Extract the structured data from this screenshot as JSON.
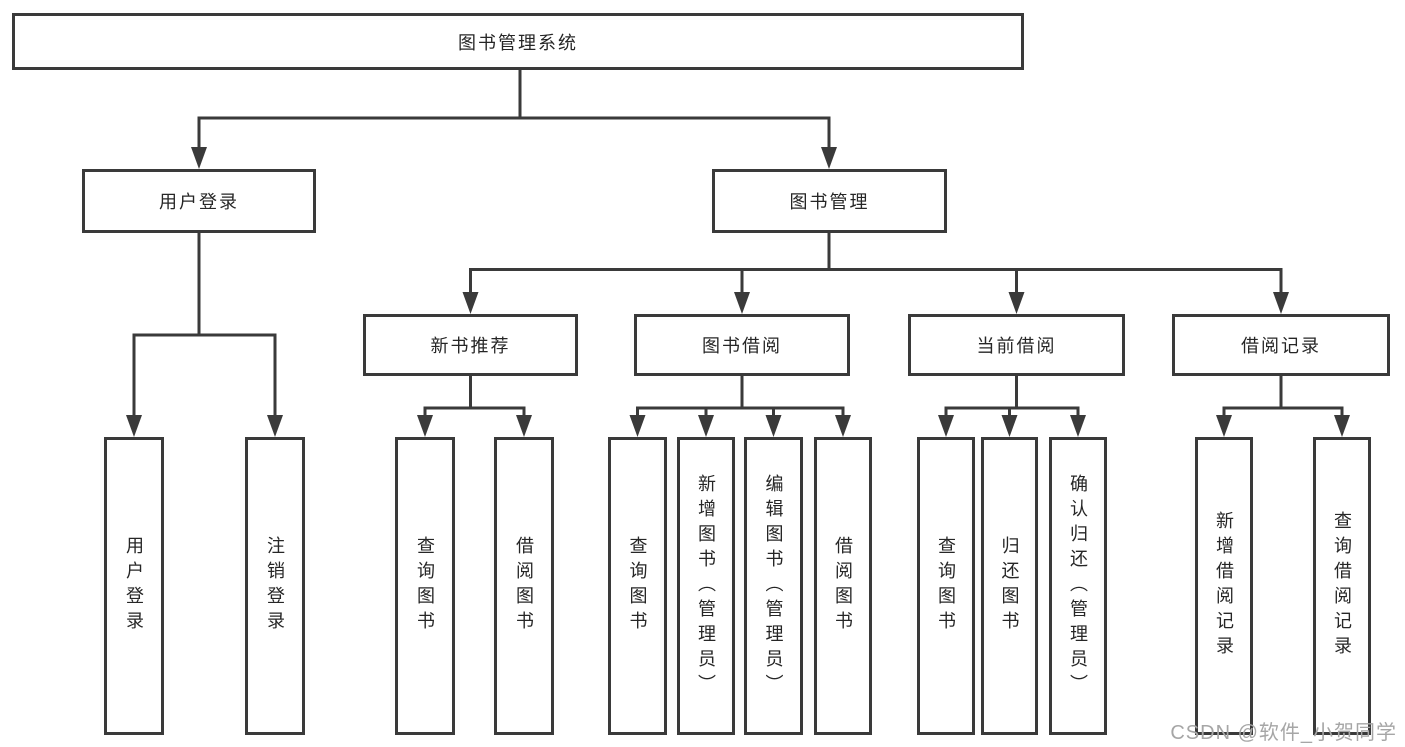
{
  "diagram": {
    "type": "hierarchy-tree",
    "title": "图书管理系统",
    "colors": {
      "line": "#3a3a3a",
      "text": "#262626",
      "box_background": "#ffffff",
      "page_background": "#ffffff",
      "watermark": "#a6a6a6"
    },
    "watermark": "CSDN @软件_小贺同学",
    "nodes": {
      "root": "图书管理系统",
      "user_login": "用户登录",
      "book_mgmt": "图书管理",
      "new_book_rec": "新书推荐",
      "book_borrow": "图书借阅",
      "current_borrow": "当前借阅",
      "borrow_records": "借阅记录",
      "ul_login": "用户登录",
      "ul_logout": "注销登录",
      "nb_query": "查询图书",
      "nb_borrow": "借阅图书",
      "bb_query": "查询图书",
      "bb_add": "新增图书（管理员）",
      "bb_edit": "编辑图书（管理员）",
      "bb_borrow": "借阅图书",
      "cb_query": "查询图书",
      "cb_return": "归还图书",
      "cb_confirm": "确认归还（管理员）",
      "br_add": "新增借阅记录",
      "br_query": "查询借阅记录"
    },
    "hierarchy": {
      "图书管理系统": {
        "用户登录": [
          "用户登录",
          "注销登录"
        ],
        "图书管理": {
          "新书推荐": [
            "查询图书",
            "借阅图书"
          ],
          "图书借阅": [
            "查询图书",
            "新增图书（管理员）",
            "编辑图书（管理员）",
            "借阅图书"
          ],
          "当前借阅": [
            "查询图书",
            "归还图书",
            "确认归还（管理员）"
          ],
          "借阅记录": [
            "新增借阅记录",
            "查询借阅记录"
          ]
        }
      }
    }
  }
}
